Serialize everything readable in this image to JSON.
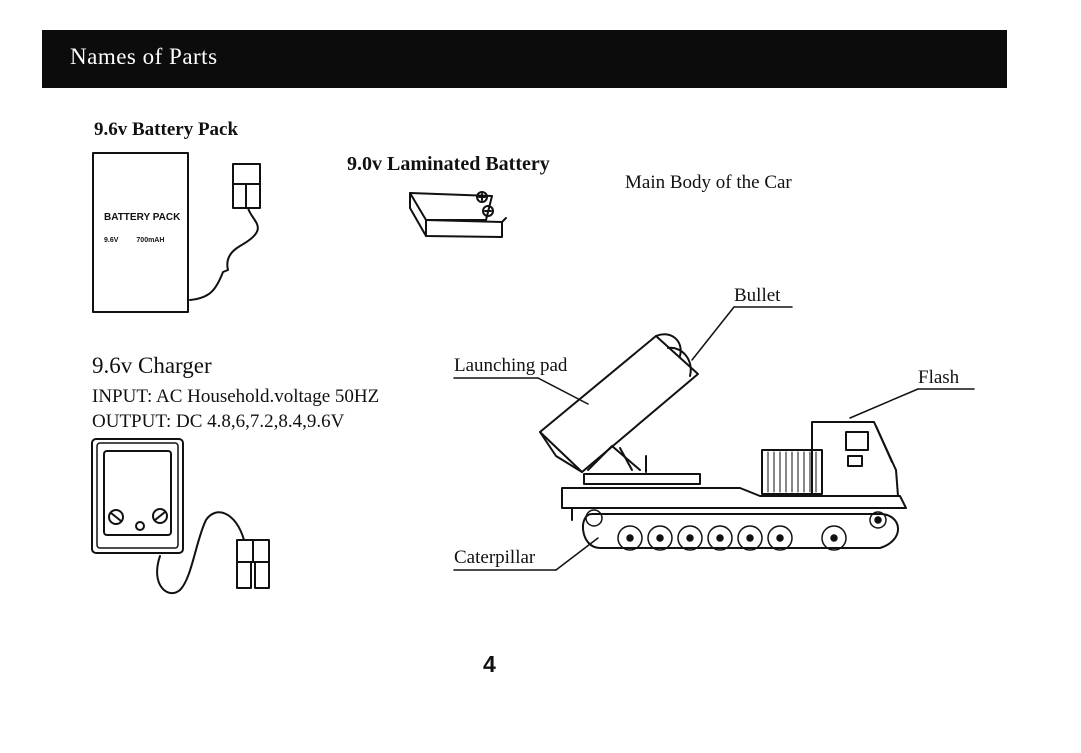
{
  "header": {
    "title": "Names of Parts"
  },
  "battery_pack": {
    "label": "9.6v Battery Pack",
    "printed_name": "BATTERY PACK",
    "printed_voltage": "9.6V",
    "printed_capacity": "700mAH"
  },
  "laminated_battery": {
    "label": "9.0v Laminated Battery"
  },
  "main_body": {
    "label": "Main Body of the Car"
  },
  "charger": {
    "label": "9.6v Charger",
    "input": "INPUT: AC Household.voltage 50HZ",
    "output": "OUTPUT: DC 4.8,6,7.2,8.4,9.6V"
  },
  "car_parts": {
    "bullet": "Bullet",
    "launching_pad": "Launching pad",
    "flash": "Flash",
    "caterpillar": "Caterpillar"
  },
  "page_number": "4"
}
